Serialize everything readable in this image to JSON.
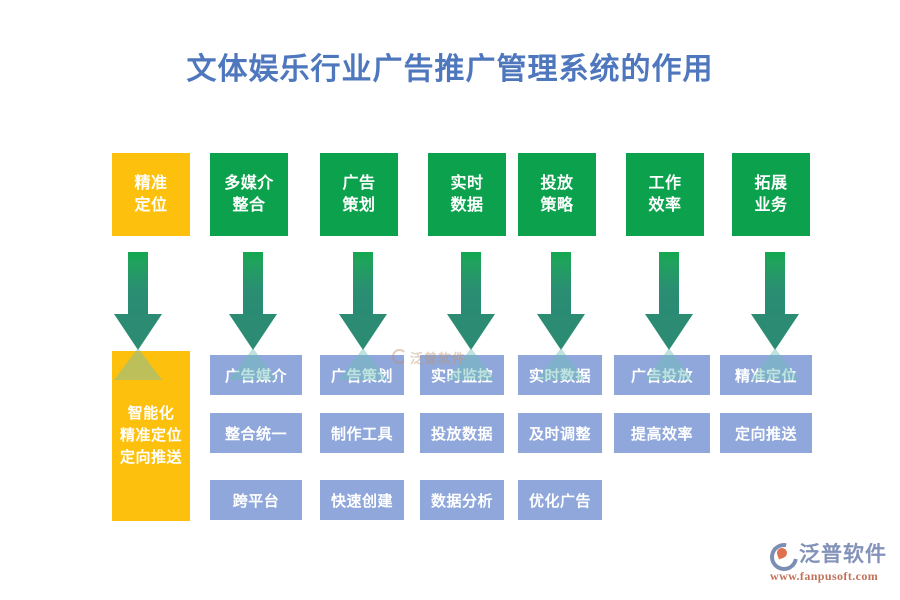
{
  "title": "文体娱乐行业广告推广管理系统的作用",
  "colors": {
    "title": "#4e77bd",
    "green": "#0ca14d",
    "orange": "#fcc00d",
    "blue": "#8fa7da",
    "arrow": "#2c8c73"
  },
  "top_row": [
    {
      "lines": [
        "精准",
        "定位"
      ],
      "color": "orange"
    },
    {
      "lines": [
        "多媒介",
        "整合"
      ],
      "color": "green"
    },
    {
      "lines": [
        "广告",
        "策划"
      ],
      "color": "green"
    },
    {
      "lines": [
        "实时",
        "数据"
      ],
      "color": "green"
    },
    {
      "lines": [
        "投放",
        "策略"
      ],
      "color": "green"
    },
    {
      "lines": [
        "工作",
        "效率"
      ],
      "color": "green"
    },
    {
      "lines": [
        "拓展",
        "业务"
      ],
      "color": "green"
    }
  ],
  "summary_panel": {
    "lines": [
      "智能化",
      "精准定位",
      "定向推送"
    ]
  },
  "bottom_columns": [
    {
      "items": [
        "广告媒介",
        "整合统一",
        "跨平台"
      ]
    },
    {
      "items": [
        "广告策划",
        "制作工具",
        "快速创建"
      ]
    },
    {
      "items": [
        "实时监控",
        "投放数据",
        "数据分析"
      ]
    },
    {
      "items": [
        "实时数据",
        "及时调整",
        "优化广告"
      ]
    },
    {
      "items": [
        "广告投放",
        "提高效率"
      ]
    },
    {
      "items": [
        "精准定位",
        "定向推送"
      ]
    }
  ],
  "watermark": {
    "text": "泛普软件"
  },
  "brand": {
    "name": "泛普软件",
    "url": "www.fanpusoft.com"
  }
}
